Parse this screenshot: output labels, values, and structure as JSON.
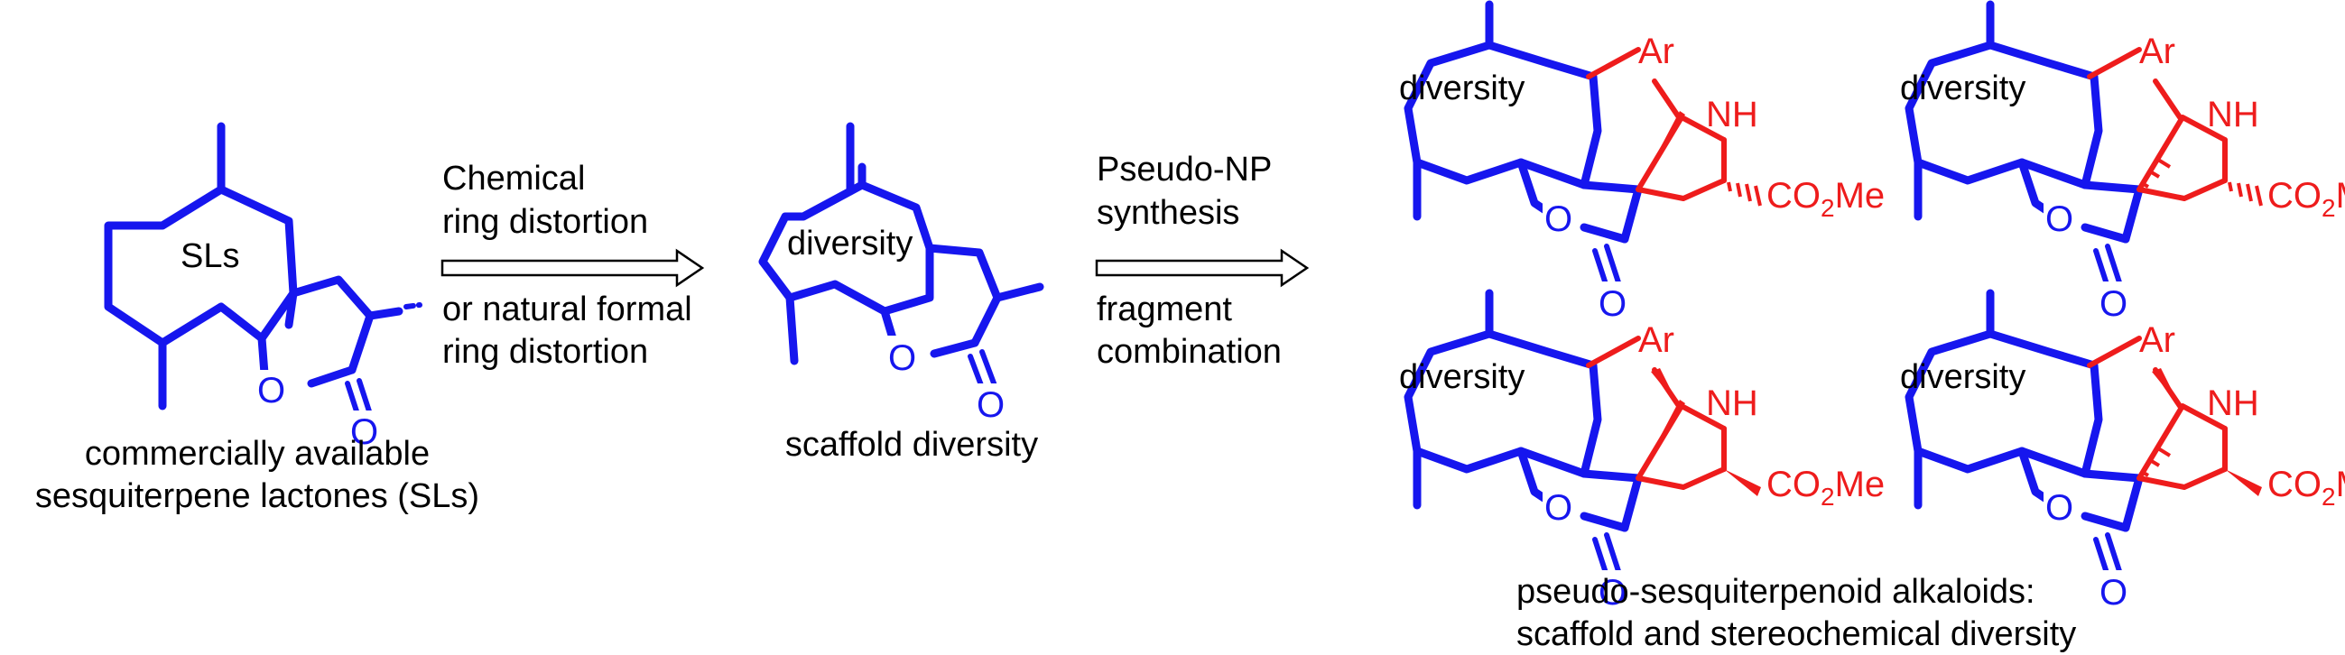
{
  "colors": {
    "scaffold": "#1616ee",
    "fragment": "#ee1c1c",
    "text": "#000000"
  },
  "start": {
    "ring_label": "SLs",
    "caption_line1": "commercially available",
    "caption_line2": "sesquiterpene lactones (SLs)"
  },
  "arrow1": {
    "above_line1": "Chemical",
    "above_line2": "ring distortion",
    "below_line1": "or natural formal",
    "below_line2": "ring distortion"
  },
  "middle": {
    "ring_label": "diversity",
    "caption": "scaffold diversity"
  },
  "arrow2": {
    "above_line1": "Pseudo-NP",
    "above_line2": "synthesis",
    "below_line1": "fragment",
    "below_line2": "combination"
  },
  "products": {
    "ring_label": "diversity",
    "aryl": "Ar",
    "amine": "NH",
    "ester_prefix": "CO",
    "ester_subscript": "2",
    "ester_suffix": "Me",
    "ring_oxygen": "O",
    "carbonyl_oxygen": "O",
    "caption_line1": "pseudo-sesquiterpenoid alkaloids:",
    "caption_line2": "scaffold and stereochemical diversity"
  },
  "atoms": {
    "oxygen": "O"
  }
}
